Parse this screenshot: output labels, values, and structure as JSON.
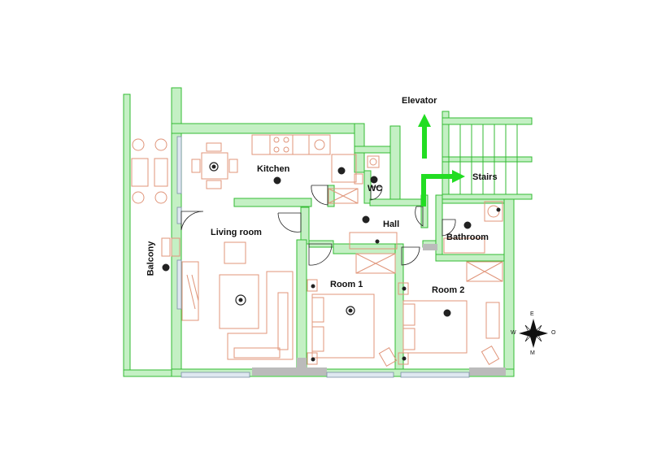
{
  "rooms": {
    "kitchen": "Kitchen",
    "living_room": "Living room",
    "hall": "Hall",
    "wc": "WC",
    "bathroom": "Bathroom",
    "room1": "Room 1",
    "room2": "Room 2",
    "balcony": "Balcony"
  },
  "labels": {
    "elevator": "Elevator",
    "stairs": "Stairs"
  },
  "compass": {
    "north": "E",
    "south": "M",
    "west": "W",
    "east": "O"
  },
  "colors": {
    "wall_fill": "#c4f0c4",
    "wall_stroke": "#33bb33",
    "furniture": "#e0957a",
    "arrow": "#22dd22"
  }
}
